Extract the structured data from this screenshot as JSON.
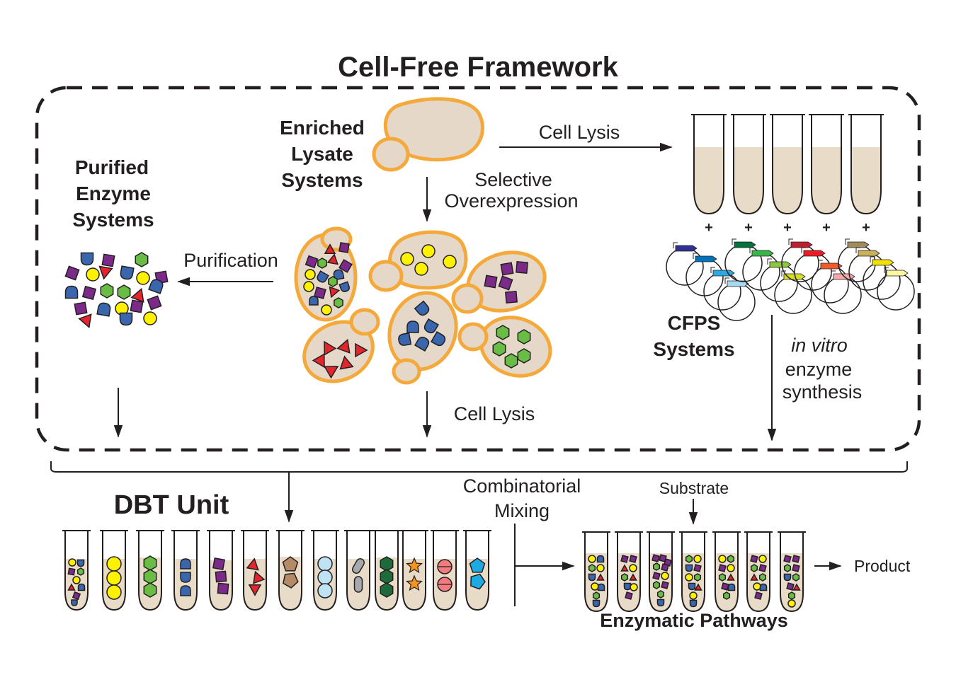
{
  "title": "Cell-Free Framework",
  "sections": {
    "purified": [
      "Purified",
      "Enzyme",
      "Systems"
    ],
    "enriched": [
      "Enriched",
      "Lysate",
      "Systems"
    ],
    "cfps": [
      "CFPS",
      "Systems"
    ],
    "dbt_unit": "DBT Unit",
    "enzymatic_pathways": "Enzymatic Pathways"
  },
  "labels": {
    "cell_lysis_top": "Cell Lysis",
    "selective_overexpression": [
      "Selective",
      "Overexpression"
    ],
    "purification": "Purification",
    "cell_lysis_bottom": "Cell Lysis",
    "in_vitro": "in vitro",
    "enzyme_synthesis": [
      "enzyme",
      "synthesis"
    ],
    "combinatorial_mixing": [
      "Combinatorial",
      "Mixing"
    ],
    "substrate": "Substrate",
    "product": "Product",
    "plus": "+"
  },
  "colors": {
    "cell_fill": "#e5d8c8",
    "cell_stroke": "#f4a93a",
    "blue": "#3a66ad",
    "purple": "#7b2a8a",
    "red": "#e3262d",
    "yellow": "#fff200",
    "green": "#69bd45",
    "brown": "#b48a67",
    "light_blue": "#bfe3f2",
    "grey": "#a7a9ac",
    "dark_green": "#1d6b3a",
    "orange": "#f7941d",
    "pink": "#f17b7f",
    "cyan": "#1ea9e1",
    "tube_liquid": "#e8dcc8",
    "plasmid_genes": [
      "#2e3192",
      "#0072bc",
      "#29abe2",
      "#a6d9f1",
      "#00723f",
      "#39b54a",
      "#8dc63f",
      "#d7df23",
      "#be1e2d",
      "#ed1c24",
      "#f15a29",
      "#f8a9a8",
      "#a08c5b",
      "#c7b25b",
      "#f2e100",
      "#fff6a0"
    ]
  },
  "icons": {
    "cells": "yeast-cell-icon",
    "tubes": "microcentrifuge-tube-icon",
    "plasmids": "plasmid-icon",
    "enzymes": "enzyme-shape-icon"
  }
}
